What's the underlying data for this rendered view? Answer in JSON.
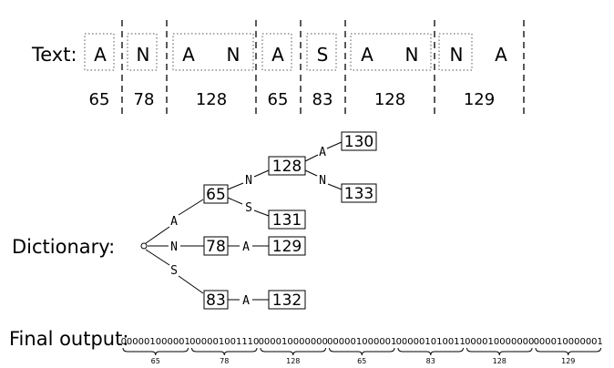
{
  "text_label": "Text:",
  "characters": [
    "A",
    "N",
    "A",
    "N",
    "A",
    "S",
    "A",
    "N",
    "N",
    "A"
  ],
  "token_codes": [
    "65",
    "78",
    "128",
    "65",
    "83",
    "128",
    "129"
  ],
  "dictionary_label": "Dictionary:",
  "trie_nodes": {
    "n65": "65",
    "n78": "78",
    "n83": "83",
    "n128": "128",
    "n129": "129",
    "n130": "130",
    "n131": "131",
    "n132": "132",
    "n133": "133"
  },
  "trie_edges": {
    "root_65": "A",
    "root_78": "N",
    "root_83": "S",
    "e65_128": "N",
    "e65_131": "S",
    "e78_129": "A",
    "e83_132": "A",
    "e128_130": "A",
    "e128_133": "N"
  },
  "final_output_label": "Final output:",
  "output_bits": [
    "000001000001",
    "000001001110",
    "000010000000",
    "000001000001",
    "000001010011",
    "000010000000",
    "000010000001"
  ],
  "output_codes": [
    "65",
    "78",
    "128",
    "65",
    "83",
    "128",
    "129"
  ]
}
